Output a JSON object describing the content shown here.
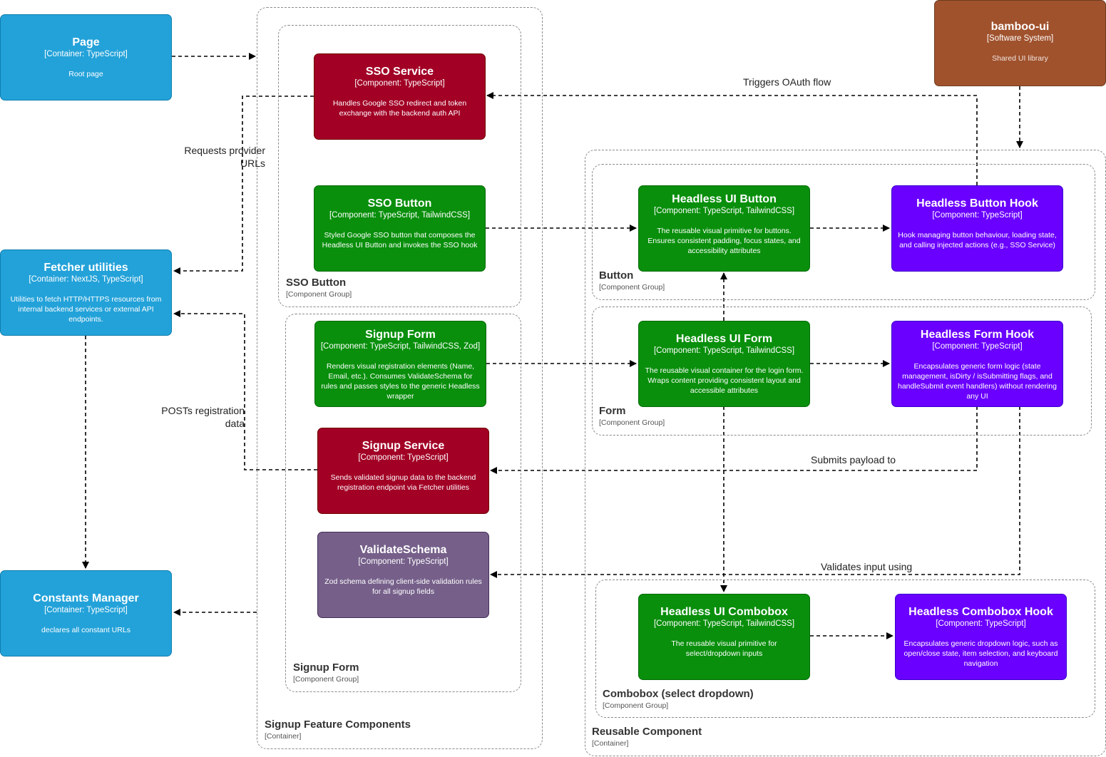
{
  "groups": {
    "signup_feature": {
      "title": "Signup Feature Components",
      "sub": "[Container]"
    },
    "sso_button": {
      "title": "SSO Button",
      "sub": "[Component Group]"
    },
    "signup_form": {
      "title": "Signup Form",
      "sub": "[Component Group]"
    },
    "reusable": {
      "title": "Reusable Component",
      "sub": "[Container]"
    },
    "button": {
      "title": "Button",
      "sub": "[Component Group]"
    },
    "form": {
      "title": "Form",
      "sub": "[Component Group]"
    },
    "combobox": {
      "title": "Combobox (select dropdown)",
      "sub": "[Component Group]"
    }
  },
  "nodes": {
    "page": {
      "title": "Page",
      "kind": "[Container: TypeScript]",
      "desc": "Root page"
    },
    "fetcher": {
      "title": "Fetcher utilities",
      "kind": "[Container: NextJS, TypeScript]",
      "desc": "Utilities to fetch HTTP/HTTPS resources from internal backend services or external API endpoints."
    },
    "constants": {
      "title": "Constants Manager",
      "kind": "[Container: TypeScript]",
      "desc": "declares all constant URLs"
    },
    "bamboo": {
      "title": "bamboo-ui",
      "kind": "[Software System]",
      "desc": "Shared UI library"
    },
    "sso_service": {
      "title": "SSO Service",
      "kind": "[Component: TypeScript]",
      "desc": "Handles Google SSO redirect and token exchange with the backend auth API"
    },
    "sso_button": {
      "title": "SSO Button",
      "kind": "[Component: TypeScript, TailwindCSS]",
      "desc": "Styled Google SSO button that composes the Headless UI Button and invokes the SSO hook"
    },
    "signup_form": {
      "title": "Signup Form",
      "kind": "[Component: TypeScript, TailwindCSS, Zod]",
      "desc": "Renders visual registration elements (Name, Email, etc.). Consumes ValidateSchema for rules and passes styles to the generic Headless wrapper"
    },
    "signup_service": {
      "title": "Signup Service",
      "kind": "[Component: TypeScript]",
      "desc": "Sends validated signup data to the backend registration endpoint via Fetcher utilities"
    },
    "validate_schema": {
      "title": "ValidateSchema",
      "kind": "[Component: TypeScript]",
      "desc": "Zod schema defining client-side validation rules for all signup fields"
    },
    "hui_button": {
      "title": "Headless UI Button",
      "kind": "[Component: TypeScript, TailwindCSS]",
      "desc": "The reusable visual primitive for buttons. Ensures consistent padding, focus states, and accessibility attributes"
    },
    "button_hook": {
      "title": "Headless Button Hook",
      "kind": "[Component: TypeScript]",
      "desc": "Hook managing button behaviour, loading state, and calling injected actions (e.g., SSO Service)"
    },
    "hui_form": {
      "title": "Headless UI Form",
      "kind": "[Component: TypeScript, TailwindCSS]",
      "desc": "The reusable visual container for the login form. Wraps content providing consistent layout and accessible attributes"
    },
    "form_hook": {
      "title": "Headless Form Hook",
      "kind": "[Component: TypeScript]",
      "desc": "Encapsulates generic form logic (state management, isDirty / isSubmitting flags, and handleSubmit event handlers) without rendering any UI"
    },
    "hui_combobox": {
      "title": "Headless UI Combobox",
      "kind": "[Component: TypeScript, TailwindCSS]",
      "desc": "The reusable visual primitive for select/dropdown inputs"
    },
    "combobox_hook": {
      "title": "Headless Combobox Hook",
      "kind": "[Component: TypeScript]",
      "desc": "Encapsulates generic dropdown logic, such as open/close state, item selection, and keyboard navigation"
    }
  },
  "edge_labels": {
    "requests_provider": "Requests provider URLs",
    "posts_registration": "POSTs registration data",
    "triggers_oauth": "Triggers OAuth flow",
    "submits_payload": "Submits payload to",
    "validates_input": "Validates input using"
  }
}
